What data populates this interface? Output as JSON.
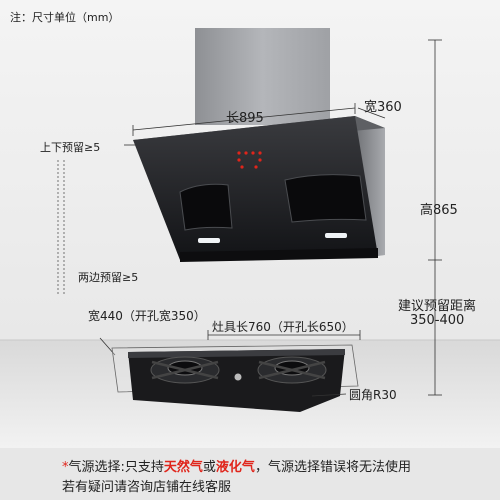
{
  "note": "注：尺寸单位（mm）",
  "dimensions": {
    "length": "长895",
    "width": "宽360",
    "height": "高865",
    "top_clearance": "上下预留≥5",
    "side_clearance": "两边预留≥5",
    "recommended_distance_label": "建议预留距离",
    "recommended_distance_value": "350-400",
    "stove_width": "宽440（开孔宽350）",
    "stove_length": "灶具长760（开孔长650）",
    "corner": "圆角R30"
  },
  "footer": {
    "star": "*",
    "prefix": "气源选择:只支持",
    "natural_gas": "天然气",
    "or": "或",
    "lpg": "液化气",
    "suffix": "，气源选择错误将无法使用",
    "line2": "若有疑问请咨询店铺在线客服"
  },
  "colors": {
    "accent_red": "#e0251b",
    "hood_glass": "#1a1b1e",
    "steel": "#9a9ca0",
    "footer_bg": "#e7e7e7"
  }
}
